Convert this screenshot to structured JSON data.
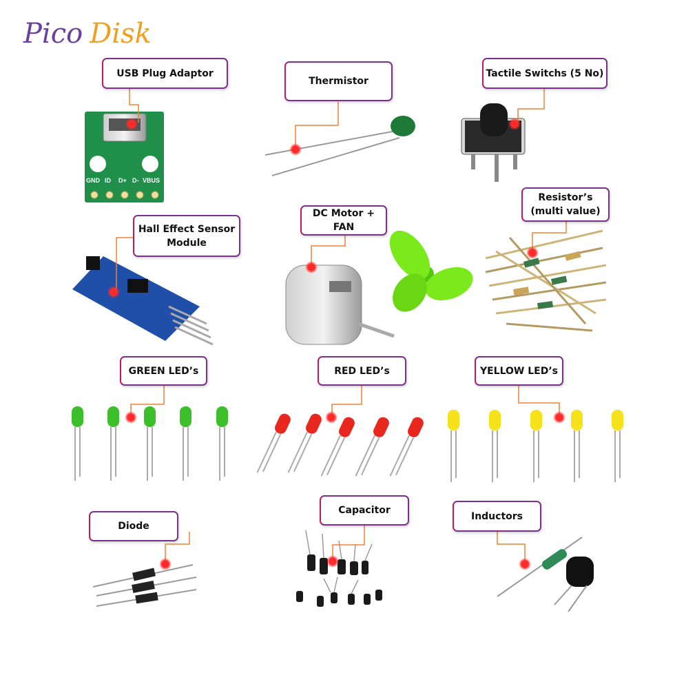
{
  "brand": {
    "part1": "Pico",
    "part2": "Disk"
  },
  "labels": {
    "usb": "USB Plug Adaptor",
    "thermistor": "Thermistor",
    "tactile": "Tactile Switchs (5 No)",
    "hall_line1": "Hall Effect Sensor",
    "hall_line2": "Module",
    "dcmotor": "DC Motor + FAN",
    "resistor_line1": "Resistor’s",
    "resistor_line2": "(multi value)",
    "green_led": "GREEN LED’s",
    "red_led": "RED LED’s",
    "yellow_led": "YELLOW LED’s",
    "diode": "Diode",
    "capacitor": "Capacitor",
    "inductors": "Inductors"
  },
  "usb_pins": [
    "GND",
    "ID",
    "D+",
    "D-",
    "VBUS"
  ],
  "colors": {
    "label_border": "#7b2f8e",
    "connector": "#f08030",
    "marker": "#ff2a2a",
    "led_green": "#3cbf2a",
    "led_red": "#e8281e",
    "led_yellow": "#f5e21a",
    "pcb_green": "#1f8f4a",
    "pcb_blue": "#1f4fa8",
    "fan_green": "#7bea1c"
  }
}
